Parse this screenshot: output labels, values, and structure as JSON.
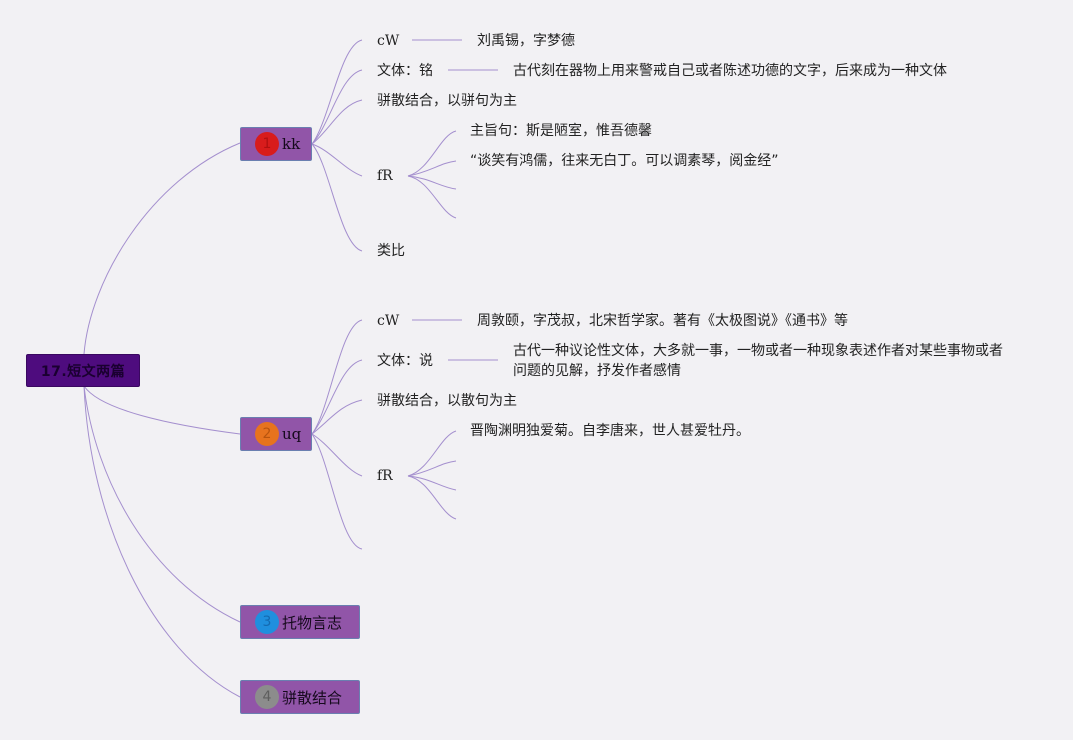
{
  "root": {
    "label": "17.短文两篇"
  },
  "branches": [
    {
      "number": "1",
      "label": "kk",
      "children": [
        {
          "label": "cW",
          "detail": "刘禹锡，字梦德"
        },
        {
          "label": "文体：铭",
          "detail": "古代刻在器物上用来警戒自己或者陈述功德的文字，后来成为一种文体"
        },
        {
          "label": "骈散结合，以骈句为主"
        },
        {
          "label": "fR",
          "details": [
            "主旨句：斯是陋室，惟吾德馨",
            "“谈笑有鸿儒，往来无白丁。可以调素琴，阅金经”"
          ]
        },
        {
          "label": "类比"
        }
      ]
    },
    {
      "number": "2",
      "label": "uq",
      "children": [
        {
          "label": "cW",
          "detail": "周敦颐，字茂叔，北宋哲学家。著有《太极图说》《通书》等"
        },
        {
          "label": "文体：说",
          "detail": "古代一种议论性文体，大多就一事，一物或者一种现象表述作者对某些事物或者问题的见解，抒发作者感情"
        },
        {
          "label": "骈散结合，以散句为主"
        },
        {
          "label": "fR",
          "details": [
            "晋陶渊明独爱菊。自李唐来，世人甚爱牡丹。"
          ]
        }
      ]
    },
    {
      "number": "3",
      "label": "托物言志"
    },
    {
      "number": "4",
      "label": "骈散结合"
    }
  ],
  "colors": {
    "root_fill": "#4e0c7e",
    "branch_fill": "#9155a8",
    "connector": "#a48fce",
    "badge_1": "#d81c1c",
    "badge_2": "#e7731e",
    "badge_3": "#1f8fde",
    "badge_4": "#8c8c8c"
  }
}
